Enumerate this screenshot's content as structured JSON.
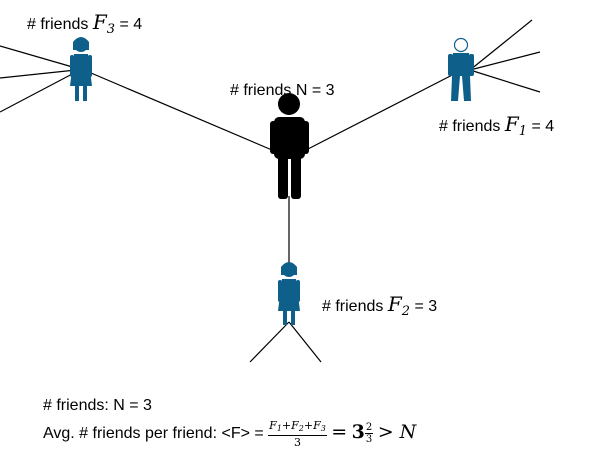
{
  "colors": {
    "friend_figure": "#0e5f8a",
    "center_figure": "#000000",
    "lines": "#000000"
  },
  "labels": {
    "center": "# friends N = 3",
    "f3_prefix": "# friends",
    "f3_symbol": "F",
    "f3_sub": "3",
    "f3_suffix": "= 4",
    "f1_prefix": "# friends",
    "f1_symbol": "F",
    "f1_sub": "1",
    "f1_suffix": "= 4",
    "f2_prefix": "# friends",
    "f2_symbol": "F",
    "f2_sub": "2",
    "f2_suffix": "= 3"
  },
  "summary": {
    "line1": "# friends: N = 3",
    "line2_prefix": "Avg. # friends per friend: <F> =",
    "numerator": "F1+F2+F3",
    "denominator": "3",
    "equals": "=",
    "whole": "3",
    "frac_num": "2",
    "frac_den": "3",
    "comparison": "> N"
  },
  "icons": {
    "center": "person-icon",
    "f3": "woman-icon",
    "f1": "man-icon",
    "f2": "woman-icon"
  }
}
